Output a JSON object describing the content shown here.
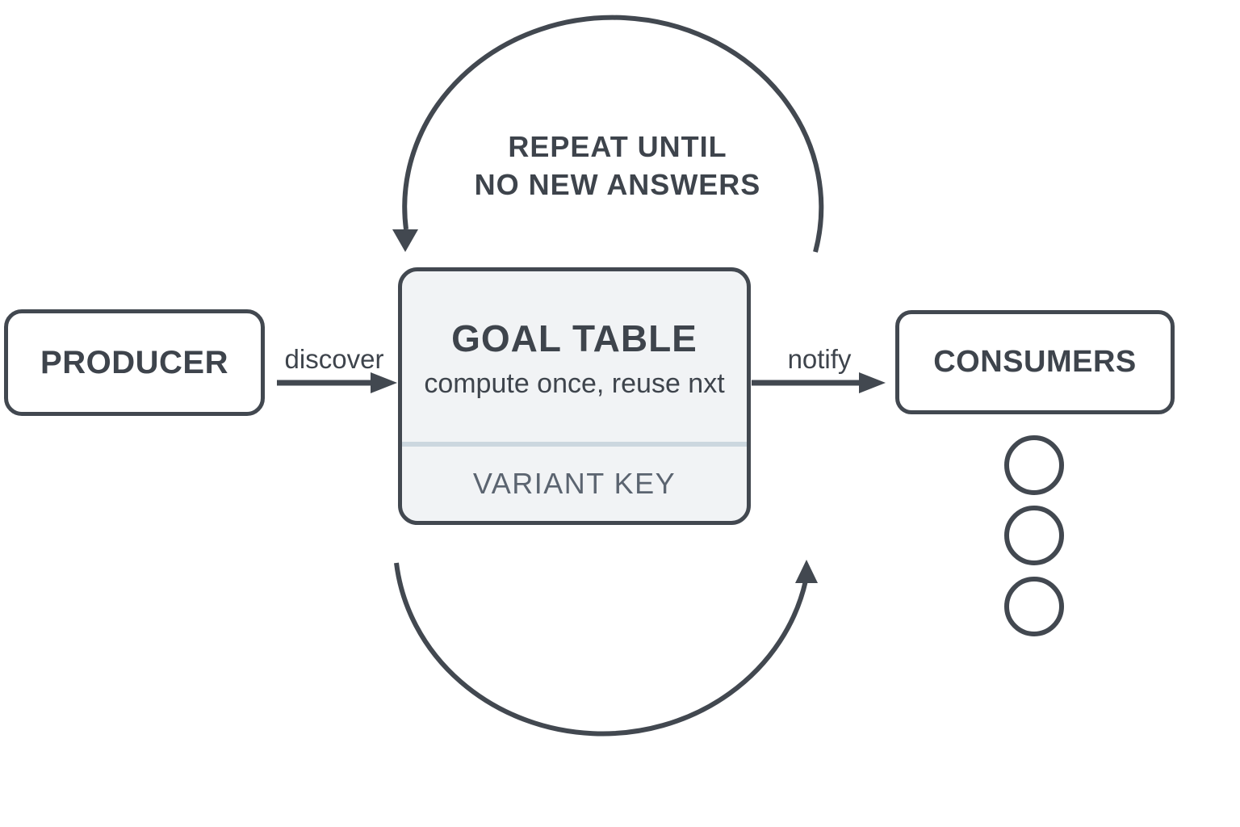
{
  "colors": {
    "ink": "#424850",
    "text": "#3e444c",
    "panel": "#f1f3f5",
    "divider": "#ccd7df",
    "muted": "#5b6470",
    "background": "#ffffff"
  },
  "loop": {
    "caption_line1": "REPEAT UNTIL",
    "caption_line2": "NO NEW ANSWERS"
  },
  "nodes": {
    "producer": {
      "label": "PRODUCER"
    },
    "goal_table": {
      "title": "GOAL TABLE",
      "subtitle": "compute once, reuse nxt",
      "footer": "VARIANT KEY"
    },
    "consumers": {
      "label": "CONSUMERS"
    }
  },
  "edges": {
    "discover": {
      "label": "discover"
    },
    "notify": {
      "label": "notify"
    }
  },
  "icons": {
    "loop_top_arrowhead": "down-arrowhead-icon",
    "loop_bottom_arrowhead": "up-arrowhead-icon",
    "consumer_instances": "three-circles-icon"
  }
}
